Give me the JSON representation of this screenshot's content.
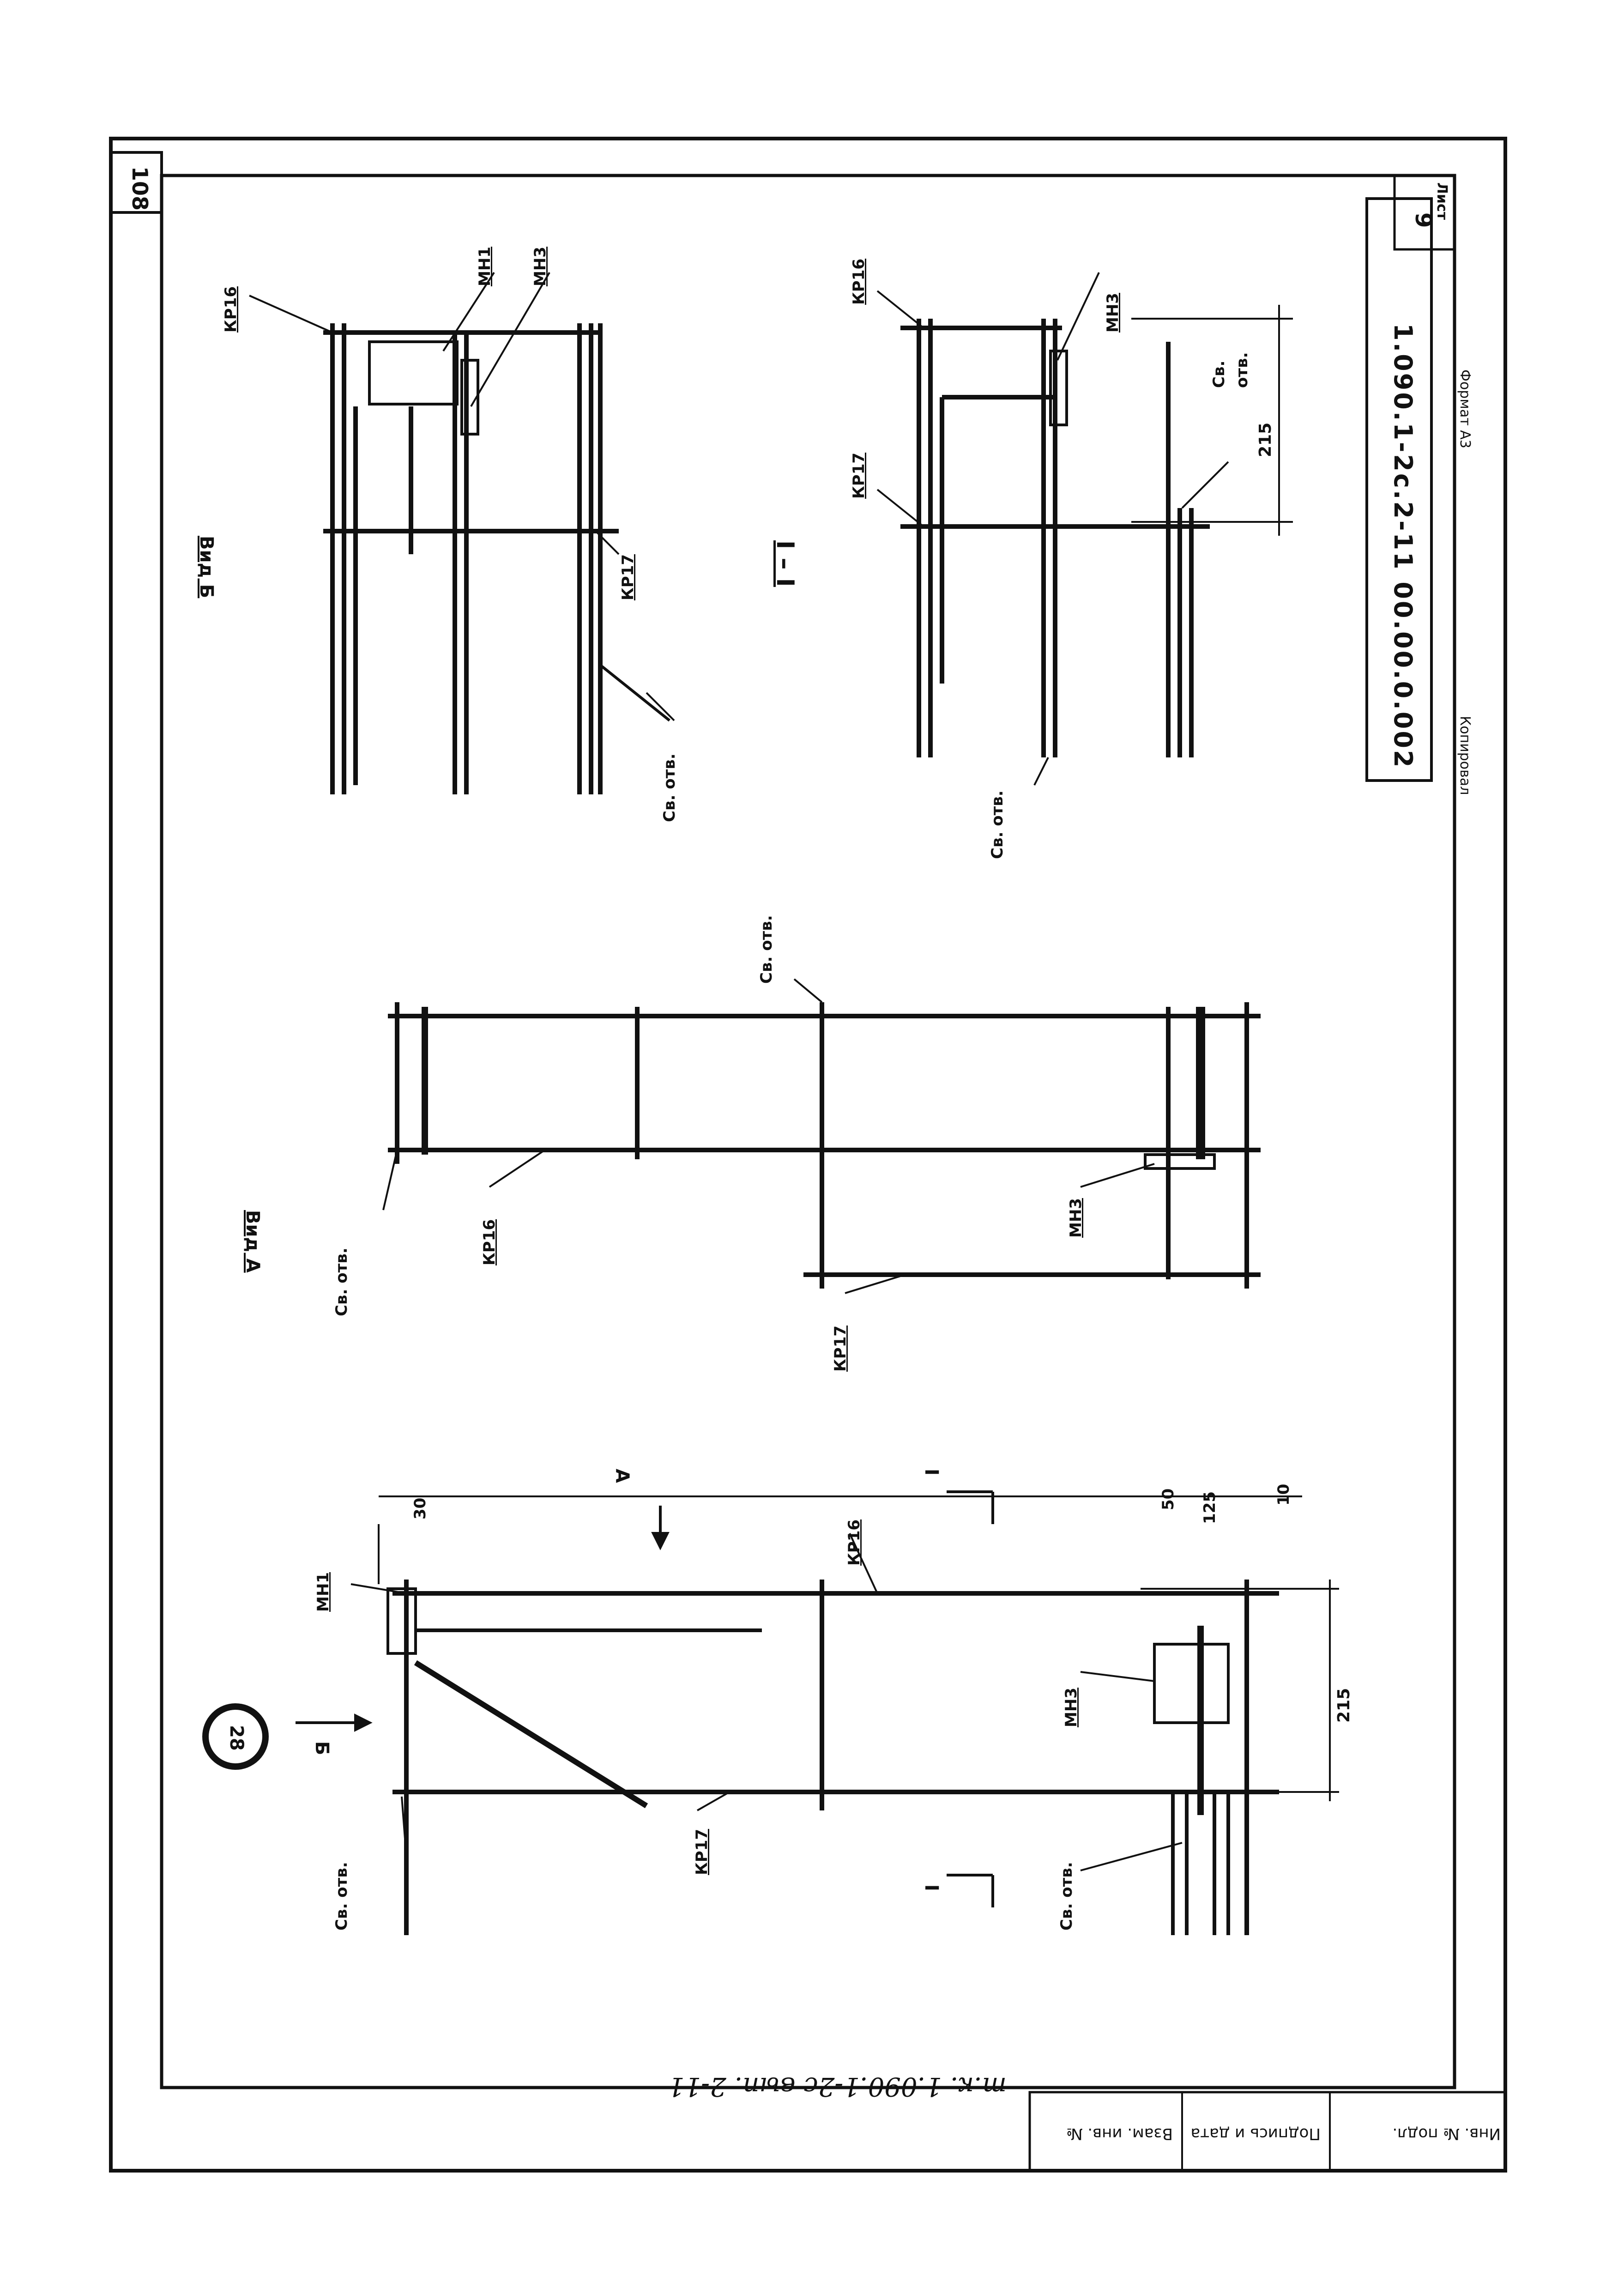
{
  "sheet": {
    "page_number": "108",
    "list_label": "Лист",
    "list_number": "9",
    "designation": "1.090.1-2с.2-11 00.00.0.002",
    "copied_label": "Копировал",
    "format_label": "Формат А3",
    "circle_mark": "28"
  },
  "handwritten": {
    "reference": "т.к. 1.090.1-2с   вып. 2-11"
  },
  "stamp": {
    "cells": [
      "Инв. № подл.",
      "Подпись и дата",
      "Взам. инв. №"
    ]
  },
  "views": {
    "view_b_title": "Вид Б",
    "view_a_title": "Вид А",
    "section_title": "I – I",
    "arrow_b": "Б",
    "arrow_a": "А",
    "section_mark": "I"
  },
  "labels": {
    "kr16": "КР16",
    "kr17": "КР17",
    "mn1": "МН1",
    "mn3": "МН3",
    "sv_otv": "Св. отв.",
    "sv": "Св.",
    "otv": "отв."
  },
  "dimensions": {
    "d30": "30",
    "d50": "50",
    "d125": "125",
    "d10": "10",
    "d215a": "215",
    "d215b": "215"
  }
}
